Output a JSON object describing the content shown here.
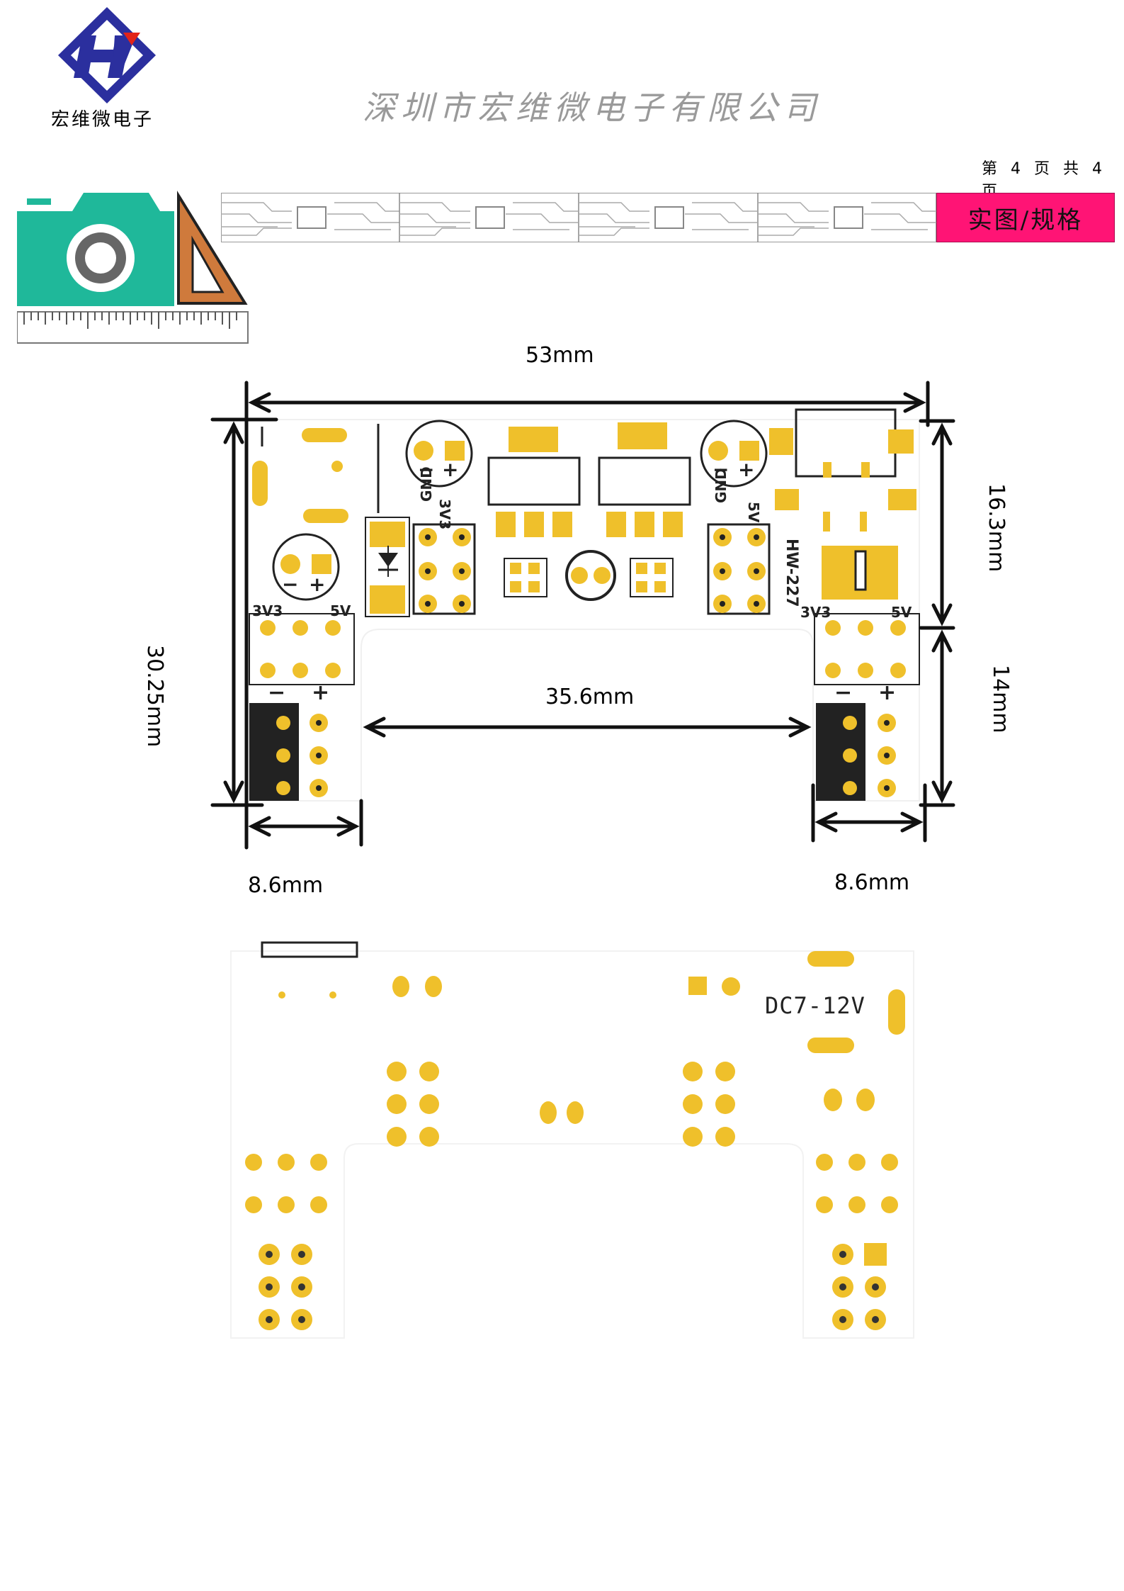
{
  "header": {
    "logo_text": "宏维微电子",
    "company_name": "深圳市宏维微电子有限公司",
    "page_number": "第 4 页 共 4 页",
    "section_tag": "实图/规格"
  },
  "dimensions": {
    "width": "53mm",
    "height": "30.25mm",
    "upper_height": "16.3mm",
    "lower_height": "14mm",
    "inner_gap": "35.6mm",
    "left_leg": "8.6mm",
    "right_leg": "8.6mm"
  },
  "board_labels": {
    "gnd": "GND",
    "v33": "3V3",
    "v5": "5V",
    "model": "HW-227",
    "minus": "−",
    "plus": "+",
    "input": "DC7-12V"
  },
  "colors": {
    "pad": "#efc02b",
    "accent_pink": "#ff1475",
    "camera_teal": "#1fb89a",
    "logo_blue": "#2b2f9e",
    "logo_red": "#e2231a"
  }
}
